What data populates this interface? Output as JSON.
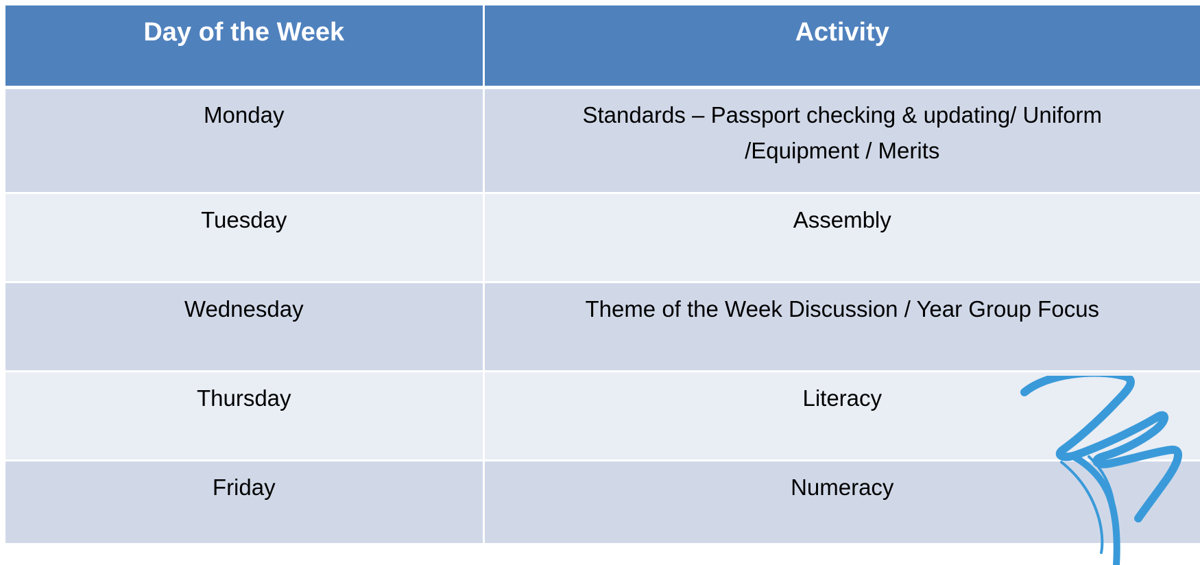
{
  "table": {
    "headers": [
      "Day of the Week",
      "Activity"
    ],
    "rows": [
      {
        "day": "Monday",
        "activity": "Standards – Passport checking & updating/ Uniform /Equipment / Merits"
      },
      {
        "day": "Tuesday",
        "activity": "Assembly"
      },
      {
        "day": "Wednesday",
        "activity": "Theme of the Week Discussion / Year Group Focus"
      },
      {
        "day": "Thursday",
        "activity": "Literacy"
      },
      {
        "day": "Friday",
        "activity": "Numeracy"
      }
    ]
  },
  "colors": {
    "header_bg": "#4f81bd",
    "row_dark": "#d0d8e8",
    "row_light": "#e9edf4",
    "logo_blue": "#3a9ad9"
  },
  "icons": {
    "logo": "school-crest-swoosh-logo"
  }
}
